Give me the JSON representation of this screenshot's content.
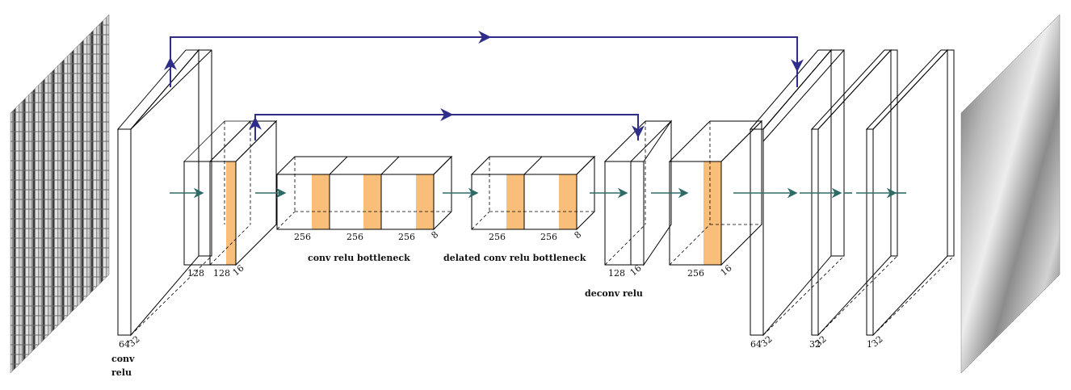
{
  "colors": {
    "orange": "#f9bf7a",
    "orange_light": "#fde8bd",
    "orange_dark": "#d9a878",
    "pink": "#fbd2c2",
    "gray": "#b4b4b4",
    "skip_arrow": "#2e2e8a",
    "flow_arrow": "#2f6b66"
  },
  "blocks": {
    "conv_relu": {
      "caption_line1": "conv",
      "caption_line2": "relu",
      "dim_a": "64",
      "dim_b": "32"
    },
    "encoder_small": {
      "dim_a": "128",
      "dim_b": "128",
      "dim_c": "16"
    },
    "bottleneck": {
      "caption": "conv relu bottleneck",
      "dims": [
        "256",
        "256",
        "256"
      ],
      "depth": "8"
    },
    "dilated_bottleneck": {
      "caption": "delated conv relu bottleneck",
      "dims": [
        "256",
        "256"
      ],
      "depth": "8"
    },
    "deconv_relu": {
      "caption": "deconv relu",
      "dim_a": "128",
      "dim_b": "16"
    },
    "decoder_mid": {
      "dim_a": "256",
      "dim_b": "16"
    },
    "decoder_out": {
      "dims_a": [
        "64",
        "32"
      ],
      "dims_b": [
        "32",
        "32"
      ],
      "dims_c": [
        "1",
        "32"
      ]
    }
  }
}
